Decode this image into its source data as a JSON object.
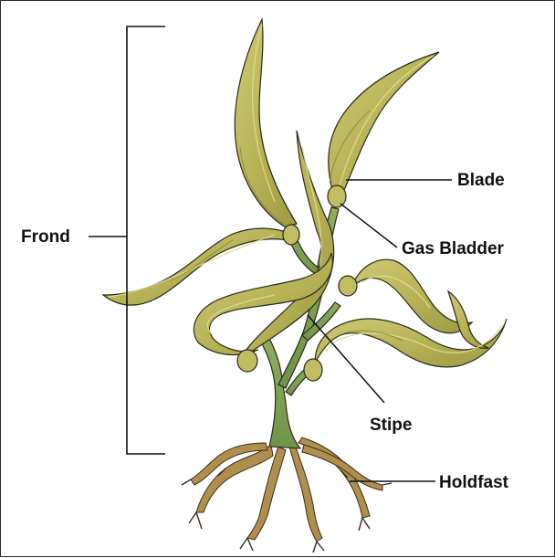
{
  "diagram": {
    "labels": {
      "frond": "Frond",
      "blade": "Blade",
      "gas_bladder": "Gas Bladder",
      "stipe": "Stipe",
      "holdfast": "Holdfast"
    },
    "colors": {
      "blade_fill": "#b6b155",
      "blade_light": "#d2cd78",
      "blade_dark": "#8f8d3c",
      "stipe_fill": "#7c9f55",
      "holdfast_fill": "#b08e4e",
      "outline": "#2a2a1e",
      "leader_line": "#111111"
    }
  }
}
